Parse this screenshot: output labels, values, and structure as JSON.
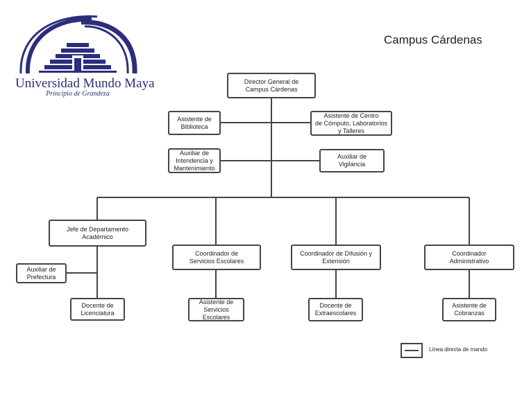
{
  "logo": {
    "name": "Universidad Mundo Maya",
    "tagline": "Principio de Grandeza",
    "colors": {
      "primary": "#2b2e7c"
    }
  },
  "campus_title": "Campus Cárdenas",
  "nodes": {
    "director": "Director General de\nCampus Cárdenas",
    "asistente_biblioteca": "Asistente de\nBiblioteca",
    "asistente_centro": "Asistente de Centro\nde Cómputo, Laboratorios\ny Talleres",
    "auxiliar_intendencia": "Auxiliar de\nIntendencia y\nMantenimiento",
    "auxiliar_vigilancia": "Auxiliar de Vigilancia",
    "jefe_departamento": "Jefe de Departamento\nAcadémico",
    "coord_servicios": "Coordinador de\nServicios Escolares",
    "coord_difusion": "Coordinador de Difusión y\nExtensión",
    "coord_admin": "Coordinador\nAdministrativo",
    "auxiliar_prefectura": "Auxiliar de\nPrefectura",
    "docente_licenciatura": "Docente de\nLicenciatura",
    "asistente_servicios": "Asistente de\nServicios\nEscolares",
    "docente_extraescolares": "Docente de\nExtraescolares",
    "asistente_cobranzas": "Asistente de\nCobranzas"
  },
  "legend": {
    "label": "Línea directa de mando"
  }
}
